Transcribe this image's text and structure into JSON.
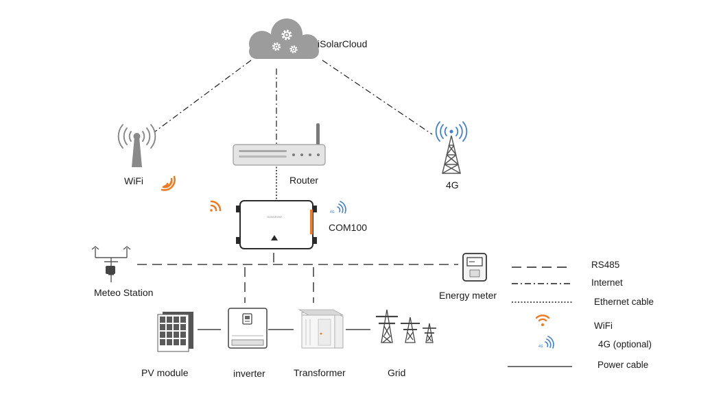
{
  "nodes": {
    "cloud": "iSolarCloud",
    "wifi": "WiFi",
    "router": "Router",
    "cell": "4G",
    "logger": "COM100",
    "meteo": "Meteo Station",
    "meter": "Energy meter",
    "pv": "PV module",
    "inverter": "inverter",
    "transformer": "Transformer",
    "grid": "Grid"
  },
  "legend": {
    "rs485": "RS485",
    "internet": "Internet",
    "ethernet": "Ethernet cable",
    "wifi": "WiFi",
    "fourg": "4G (optional)",
    "power": "Power cable"
  },
  "device_text": {
    "logger_brand": "SUNGROW",
    "fourg_tag": "4G"
  },
  "colors": {
    "line": "#1a1a1a",
    "device_gray": "#9a9a9a",
    "wifi_orange": "#f07a22",
    "signal_blue": "#3f7fd0"
  },
  "icons": [
    "cloud-gear-icon",
    "wifi-tower-icon",
    "router-icon",
    "cell-tower-icon",
    "data-logger-icon",
    "weather-station-icon",
    "energy-meter-icon",
    "solar-panel-icon",
    "inverter-icon",
    "transformer-icon",
    "pylon-icon",
    "wifi-signal-icon",
    "4g-signal-icon"
  ]
}
